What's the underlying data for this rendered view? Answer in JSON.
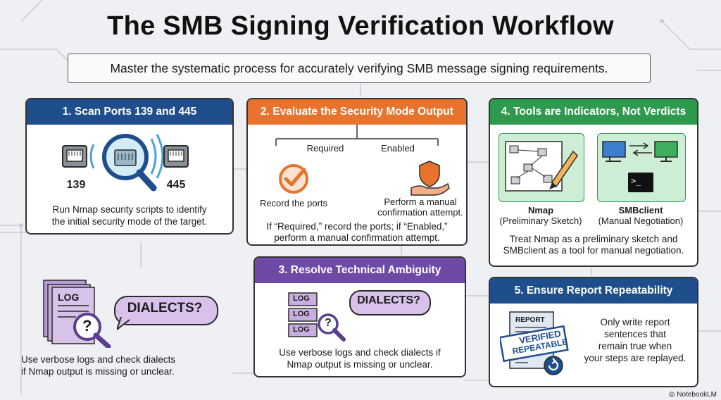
{
  "title": "The SMB Signing Verification Workflow",
  "subtitle": "Master the systematic process for accurately verifying SMB message signing requirements.",
  "colors": {
    "blue": "#1f4e8c",
    "orange": "#e8732c",
    "purple": "#6d4aa6",
    "green": "#2e9a4e",
    "navy": "#1f4e8c"
  },
  "step1": {
    "header": "1. Scan Ports 139 and 445",
    "port_a": "139",
    "port_b": "445",
    "desc_line1": "Run Nmap security scripts to identify",
    "desc_line2": "the initial security mode of the target."
  },
  "step2": {
    "header": "2. Evaluate the Security Mode Output",
    "branch_required": "Required",
    "branch_enabled": "Enabled",
    "action_required": "Record the ports",
    "action_enabled_line1": "Perform a manual",
    "action_enabled_line2": "confirmation attempt.",
    "desc_line1": "If “Required,” record the ports; if “Enabled,”",
    "desc_line2": "perform a manual confirmation attempt."
  },
  "step3": {
    "header": "3. Resolve Technical Ambiguity",
    "log_label": "LOG",
    "bubble": "DIALECTS?",
    "desc_line1": "Use verbose logs and check dialects if",
    "desc_line2": "Nmap output is missing or unclear."
  },
  "step4": {
    "header": "4. Tools are Indicators, Not Verdicts",
    "tool1_name": "Nmap",
    "tool1_role": "(Preliminary Sketch)",
    "tool2_name": "SMBclient",
    "tool2_role": "(Manual Negotiation)",
    "terminal_prompt": ">_",
    "desc_line1": "Treat Nmap as a preliminary sketch and",
    "desc_line2": "SMBclient as a tool for manual negotiation."
  },
  "step5": {
    "header": "5. Ensure Report Repeatability",
    "report_label": "REPORT",
    "stamp_line1": "VERIFIED",
    "stamp_line2": "REPEATABLE",
    "desc_line1": "Only write report",
    "desc_line2": "sentences that",
    "desc_line3": "remain true when",
    "desc_line4": "your steps are replayed."
  },
  "side": {
    "log_label": "LOG",
    "bubble": "DIALECTS?",
    "desc_line1": "Use verbose logs and check dialects",
    "desc_line2": "if Nmap output is missing or unclear."
  },
  "footer": "NotebookLM"
}
